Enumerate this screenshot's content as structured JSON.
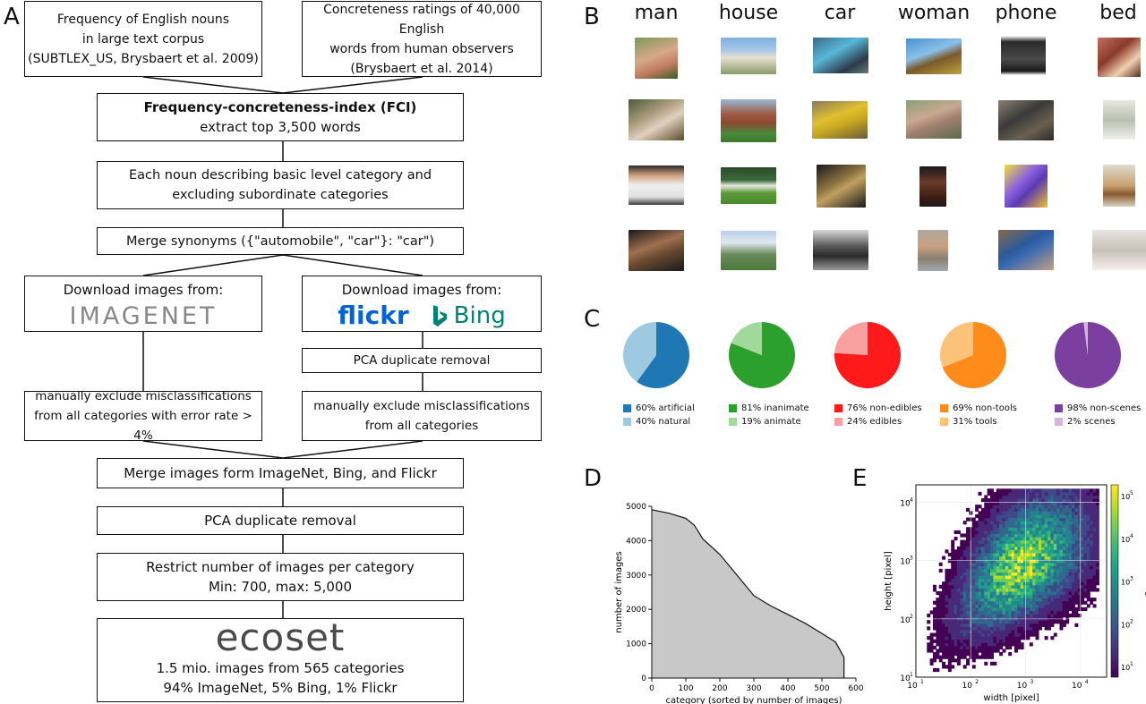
{
  "panels": {
    "a": "A",
    "b": "B",
    "c": "C",
    "d": "D",
    "e": "E"
  },
  "flow": {
    "src1": [
      "Frequency of English nouns",
      "in large text corpus",
      "(SUBTLEX_US, Brysbaert et al. 2009)"
    ],
    "src2": [
      "Concreteness ratings of 40,000 English",
      "words from human observers",
      "(Brysbaert et al. 2014)"
    ],
    "fci_title": "Frequency-concreteness-index (FCI)",
    "fci_sub": "extract top 3,500 words",
    "basic": [
      "Each noun describing basic level category and",
      "excluding subordinate categories"
    ],
    "merge_syn": "Merge synonyms ({\"automobile\", \"car\"}: \"car\")",
    "dl_left": "Download images from:",
    "dl_right": "Download images from:",
    "imagenet_logo": "IMAGENET",
    "flickr_logo": "flickr",
    "bing_logo": "Bing",
    "pca_right": "PCA duplicate removal",
    "excl_left": [
      "manually exclude misclassifications",
      "from all categories with error rate > 4%"
    ],
    "excl_right": [
      "manually exclude misclassifications",
      "from all categories"
    ],
    "merge_img": "Merge images form ImageNet, Bing, and Flickr",
    "pca2": "PCA duplicate removal",
    "restrict": [
      "Restrict number of images per category",
      "Min: 700, max: 5,000"
    ],
    "ecoset_logo": "ecoset",
    "final": [
      "1.5 mio. images from 565 categories",
      "94% ImageNet, 5% Bing, 1% Flickr"
    ]
  },
  "categories": [
    "man",
    "house",
    "car",
    "woman",
    "phone",
    "bed"
  ],
  "pies": [
    {
      "a_label": "60% artificial",
      "a_value": 60,
      "a_color": "#1f77b4",
      "b_label": "40% natural",
      "b_value": 40,
      "b_color": "#9ecae1"
    },
    {
      "a_label": "81% inanimate",
      "a_value": 81,
      "a_color": "#2ca02c",
      "b_label": "19% animate",
      "b_value": 19,
      "b_color": "#a1d99b"
    },
    {
      "a_label": "76% non-edibles",
      "a_value": 76,
      "a_color": "#ff1a1a",
      "b_label": "24% edibles",
      "b_value": 24,
      "b_color": "#f8a0a0"
    },
    {
      "a_label": "69% non-tools",
      "a_value": 69,
      "a_color": "#ff8c1a",
      "b_label": "31% tools",
      "b_value": 31,
      "b_color": "#fdc27a"
    },
    {
      "a_label": "98% non-scenes",
      "a_value": 98,
      "a_color": "#7b3fa0",
      "b_label": "2% scenes",
      "b_value": 2,
      "b_color": "#d4b5e0"
    }
  ],
  "chart_data": [
    {
      "type": "area",
      "xlabel": "category (sorted by number of images)",
      "ylabel": "number of images",
      "x": [
        0,
        50,
        100,
        125,
        150,
        200,
        250,
        300,
        350,
        400,
        450,
        500,
        540,
        565
      ],
      "values": [
        4900,
        4800,
        4650,
        4450,
        4050,
        3600,
        3000,
        2400,
        2100,
        1850,
        1600,
        1300,
        1050,
        600
      ],
      "xlim": [
        0,
        600
      ],
      "ylim": [
        0,
        5000
      ],
      "xticks": [
        "0",
        "100",
        "200",
        "300",
        "400",
        "500",
        "600"
      ],
      "yticks": [
        "0",
        "1000",
        "2000",
        "3000",
        "4000",
        "5000"
      ],
      "color": "#c8c8c8"
    },
    {
      "type": "heatmap",
      "xlabel": "width [pixel]",
      "ylabel": "height [pixel]",
      "colorbar_label": "# of images",
      "x_scale": "log",
      "y_scale": "log",
      "xlim": [
        10,
        30000
      ],
      "ylim": [
        10,
        20000
      ],
      "xticks": [
        "10",
        "2",
        "10",
        "3",
        "10",
        "4",
        "10",
        "1"
      ],
      "colorbar_ticks": [
        "10",
        "5",
        "10",
        "4",
        "10",
        "3",
        "10",
        "2",
        "10",
        "1"
      ],
      "colormap": "viridis"
    }
  ]
}
